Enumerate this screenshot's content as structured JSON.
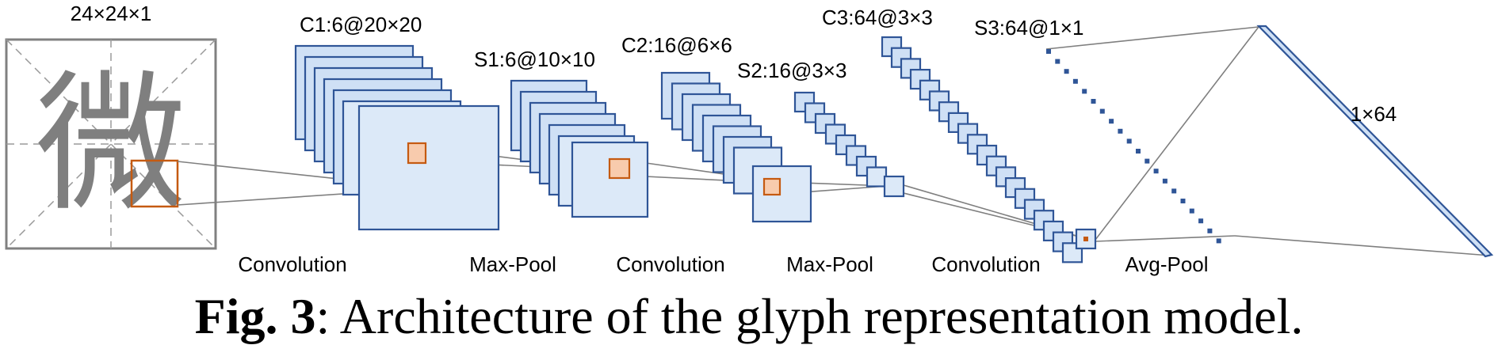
{
  "input_label": "24×24×1",
  "glyph_char": "微",
  "layers": [
    {
      "id": "c1",
      "label": "C1:6@20×20"
    },
    {
      "id": "s1",
      "label": "S1:6@10×10"
    },
    {
      "id": "c2",
      "label": "C2:16@6×6"
    },
    {
      "id": "s2",
      "label": "S2:16@3×3"
    },
    {
      "id": "c3",
      "label": "C3:64@3×3"
    },
    {
      "id": "s3",
      "label": "S3:64@1×1"
    }
  ],
  "output_label": "1×64",
  "operations": [
    "Convolution",
    "Max-Pool",
    "Convolution",
    "Max-Pool",
    "Convolution",
    "Avg-Pool"
  ],
  "caption": {
    "figure_label": "Fig. 3",
    "text": ": Architecture of the glyph representation model."
  },
  "colors": {
    "map_fill": "#cfe0f5",
    "map_fill_front": "#dce9f8",
    "map_stroke": "#2f5597",
    "highlight_fill": "#f8cbad",
    "highlight_stroke": "#c55a11",
    "connector": "#7f7f7f",
    "input_frame": "#808080",
    "glyph": "#7f7f7f"
  }
}
